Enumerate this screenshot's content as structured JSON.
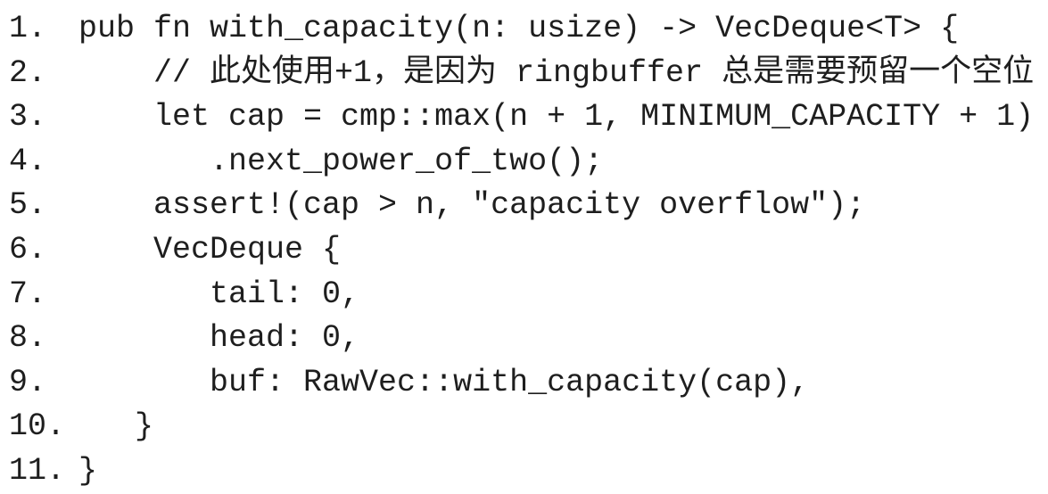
{
  "lines": [
    {
      "number": "1.",
      "code": "pub fn with_capacity(n: usize) -> VecDeque<T> {"
    },
    {
      "number": "2.",
      "code": "    // 此处使用+1，是因为 ringbuffer 总是需要预留一个空位"
    },
    {
      "number": "3.",
      "code": "    let cap = cmp::max(n + 1, MINIMUM_CAPACITY + 1)"
    },
    {
      "number": "4.",
      "code": "       .next_power_of_two();"
    },
    {
      "number": "5.",
      "code": "    assert!(cap > n, \"capacity overflow\");"
    },
    {
      "number": "6.",
      "code": "    VecDeque {"
    },
    {
      "number": "7.",
      "code": "       tail: 0,"
    },
    {
      "number": "8.",
      "code": "       head: 0,"
    },
    {
      "number": "9.",
      "code": "       buf: RawVec::with_capacity(cap),"
    },
    {
      "number": "10.",
      "code": "   }"
    },
    {
      "number": "11.",
      "code": "}"
    }
  ]
}
